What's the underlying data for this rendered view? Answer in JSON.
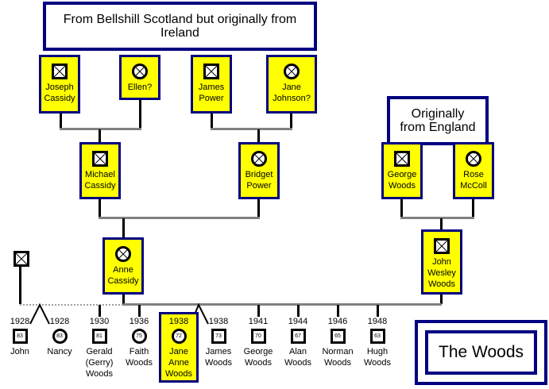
{
  "notes": {
    "ireland": "From Bellshill Scotland but originally from Ireland",
    "england": "Originally from England",
    "title": "The Woods"
  },
  "colors": {
    "person_fill": "#ffff00",
    "border": "#000080",
    "line": "#000000",
    "union_line": "#808080"
  },
  "grandparents": [
    {
      "name": "Joseph\nCassidy",
      "sex": "male",
      "deceased": true
    },
    {
      "name": "Ellen?",
      "sex": "female",
      "deceased": true
    },
    {
      "name": "James\nPower",
      "sex": "male",
      "deceased": true
    },
    {
      "name": "Jane\nJohnson?",
      "sex": "female",
      "deceased": true
    },
    {
      "name": "George\nWoods",
      "sex": "male",
      "deceased": true
    },
    {
      "name": "Rose\nMcColl",
      "sex": "female",
      "deceased": true
    }
  ],
  "parents": [
    {
      "name": "Michael\nCassidy",
      "sex": "male",
      "deceased": true
    },
    {
      "name": "Bridget\nPower",
      "sex": "female",
      "deceased": true
    },
    {
      "name": "Anne\nCassidy",
      "sex": "female",
      "deceased": true
    },
    {
      "name": "John\nWesley\nWoods",
      "sex": "male",
      "deceased": true
    }
  ],
  "other_partner": {
    "sex": "male",
    "deceased": true
  },
  "children": [
    {
      "year": "1928",
      "age": "83",
      "name": "John",
      "sex": "male",
      "twin": true
    },
    {
      "year": "1928",
      "age": "83",
      "name": "Nancy",
      "sex": "female",
      "twin": true
    },
    {
      "year": "1930",
      "age": "81",
      "name": "Gerald\n(Gerry)\nWoods",
      "sex": "male"
    },
    {
      "year": "1936",
      "age": "75",
      "name": "Faith\nWoods",
      "sex": "female"
    },
    {
      "year": "1938",
      "age": "72",
      "name": "Jane\nAnne\nWoods",
      "sex": "female",
      "twin": true,
      "highlighted": true
    },
    {
      "year": "1938",
      "age": "73",
      "name": "James\nWoods",
      "sex": "male",
      "twin": true
    },
    {
      "year": "1941",
      "age": "70",
      "name": "George\nWoods",
      "sex": "male"
    },
    {
      "year": "1944",
      "age": "67",
      "name": "Alan\nWoods",
      "sex": "male"
    },
    {
      "year": "1946",
      "age": "65",
      "name": "Norman\nWoods",
      "sex": "male"
    },
    {
      "year": "1948",
      "age": "63",
      "name": "Hugh\nWoods",
      "sex": "male"
    }
  ]
}
